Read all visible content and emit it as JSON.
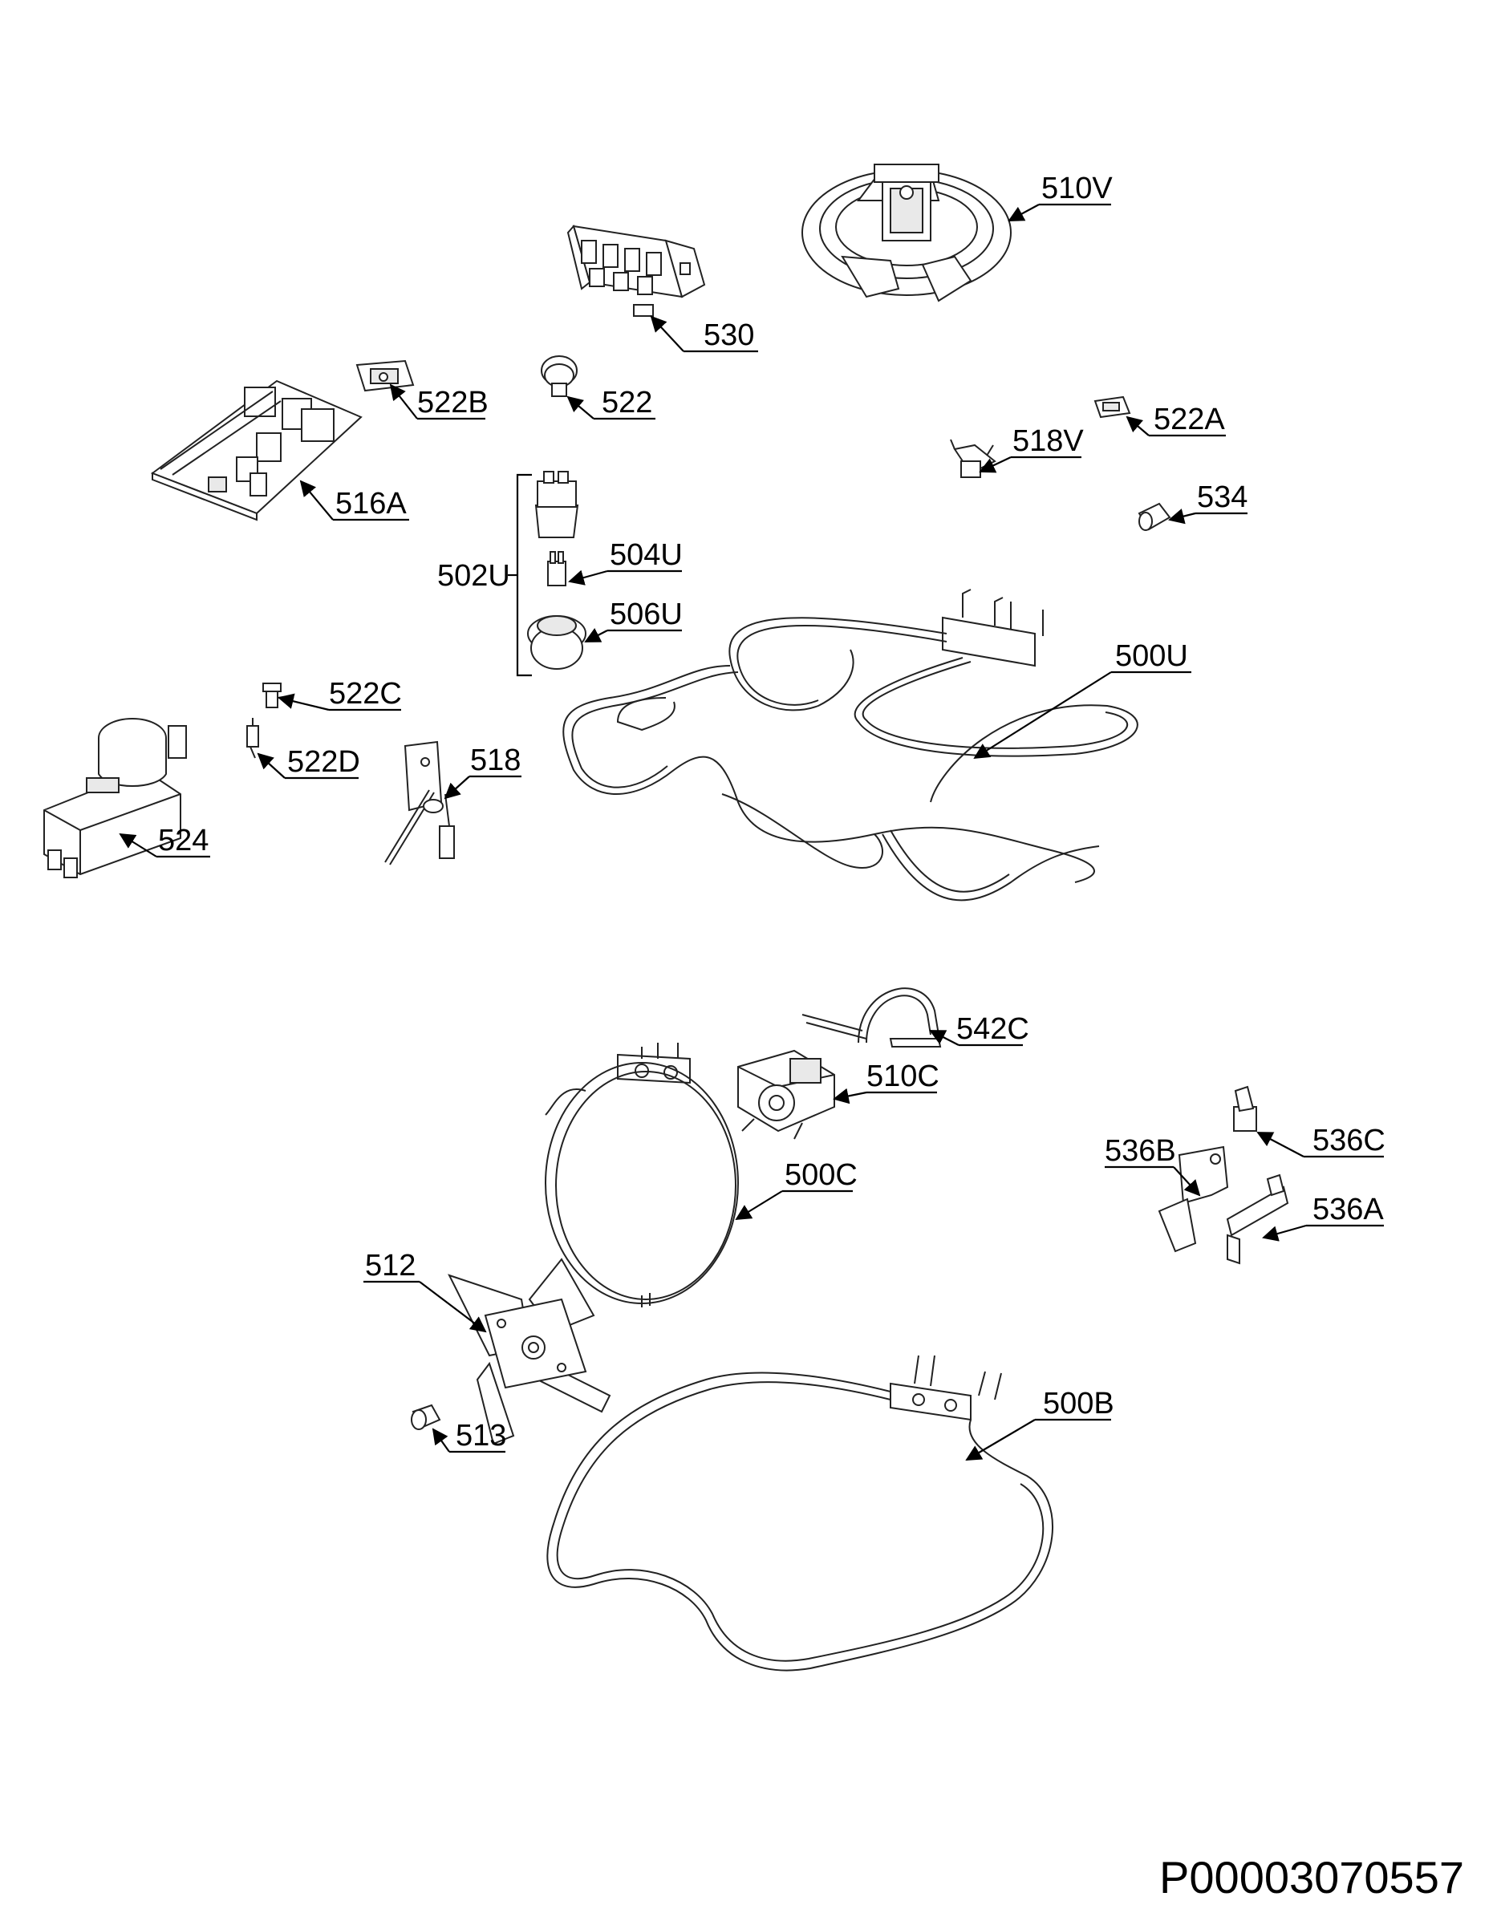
{
  "document_reference": "P00003070557",
  "parts": {
    "p510V": "510V",
    "p530": "530",
    "p522B": "522B",
    "p522": "522",
    "p522A": "522A",
    "p518V": "518V",
    "p516A": "516A",
    "p534": "534",
    "p502U": "502U",
    "p504U": "504U",
    "p506U": "506U",
    "p500U": "500U",
    "p522C": "522C",
    "p522D": "522D",
    "p518": "518",
    "p524": "524",
    "p542C": "542C",
    "p510C": "510C",
    "p536C": "536C",
    "p536B": "536B",
    "p500C": "500C",
    "p536A": "536A",
    "p512": "512",
    "p500B": "500B",
    "p513": "513"
  }
}
